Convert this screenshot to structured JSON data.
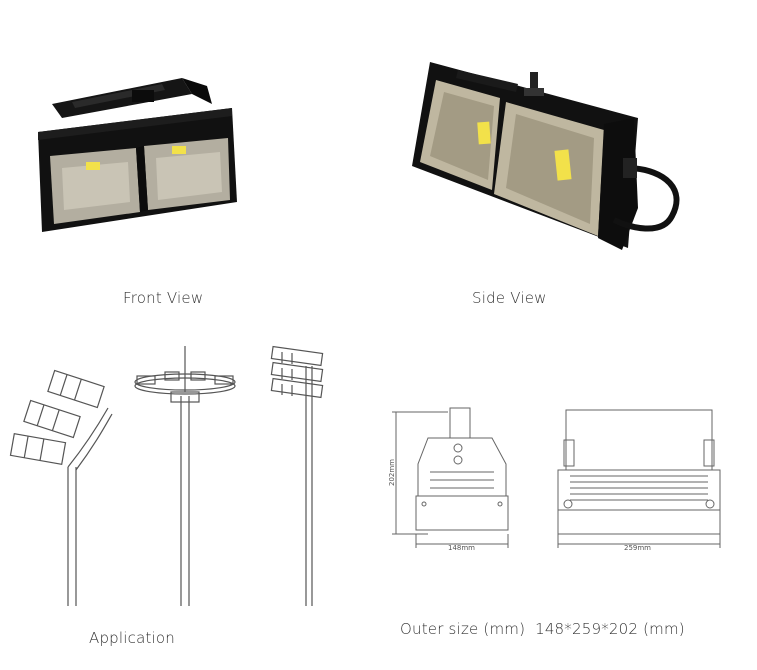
{
  "captions": {
    "front_view": "Front View",
    "side_view": "Side View",
    "application": "Application",
    "outer_size": "Outer size (mm)  148*259*202 (mm)"
  },
  "dimensions": {
    "height": "202mm",
    "width_front": "148mm",
    "width_side": "259mm"
  },
  "colors": {
    "housing": "#111111",
    "reflector": "#b8b3a6",
    "led_chip": "#f2e14a",
    "line_art": "#555555"
  }
}
